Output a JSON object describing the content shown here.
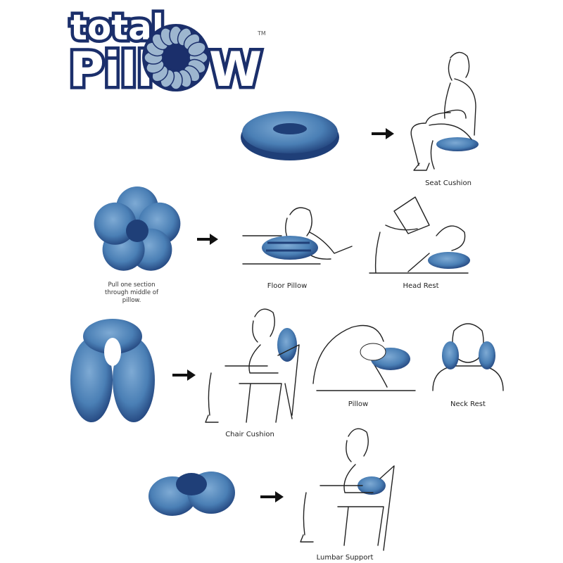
{
  "logo": {
    "line1": "total",
    "line2": "Pill",
    "line3": "W",
    "trademark": "TM"
  },
  "colors": {
    "navy": "#1b2f6b",
    "pillow_light": "#5b8fc0",
    "pillow_mid": "#3f72a8",
    "pillow_dark": "#1f3f78",
    "flower_light": "#9db6cf"
  },
  "uses": {
    "seat_cushion": "Seat Cushion",
    "floor_pillow": "Floor Pillow",
    "head_rest": "Head Rest",
    "chair_cushion": "Chair Cushion",
    "pillow": "Pillow",
    "neck_rest": "Neck Rest",
    "lumbar_support": "Lumbar Support"
  },
  "instruction": {
    "line1": "Pull one section",
    "line2": "through middle of",
    "line3": "pillow."
  }
}
